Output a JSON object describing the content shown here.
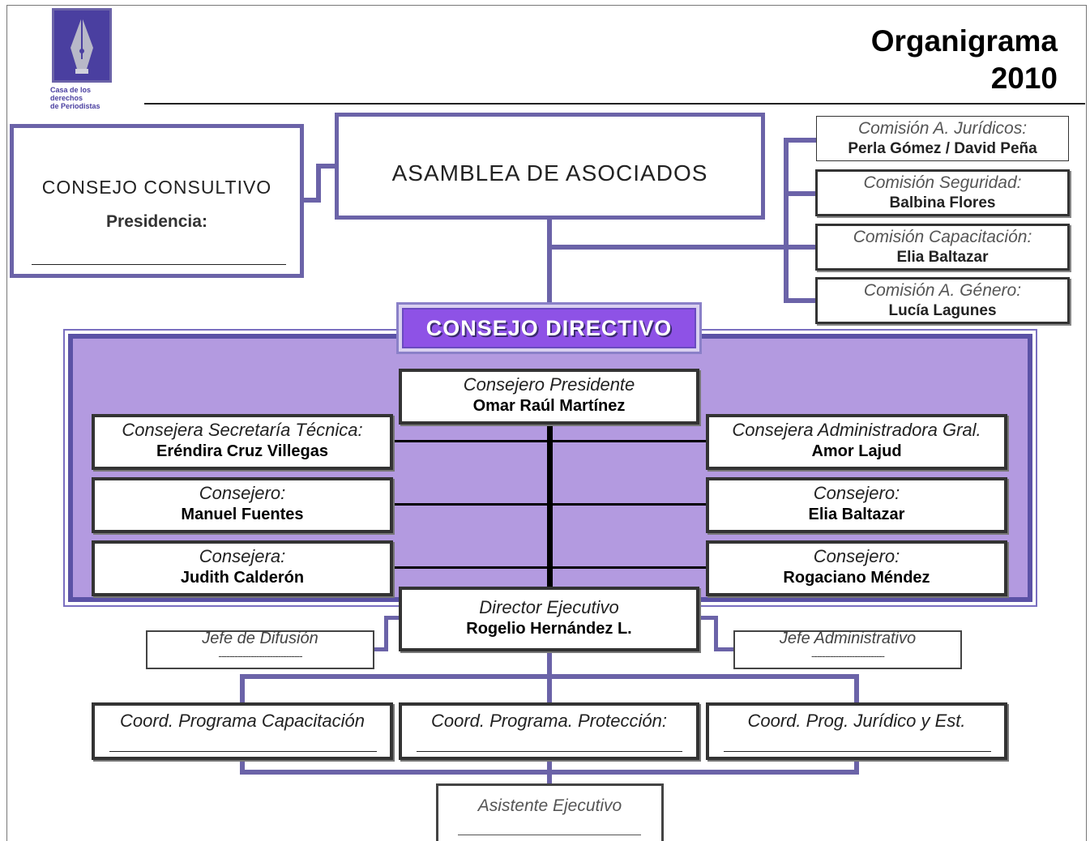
{
  "header": {
    "title_line1": "Organigrama",
    "title_line2": "2010",
    "logo_text_line1": "Casa de los derechos",
    "logo_text_line2": "de Periodistas"
  },
  "consejo_consultivo": {
    "title": "CONSEJO CONSULTIVO",
    "label": "Presidencia:"
  },
  "asamblea": {
    "title": "ASAMBLEA DE ASOCIADOS"
  },
  "comisiones": [
    {
      "role": "Comisión A. Jurídicos:",
      "person": "Perla Gómez / David Peña"
    },
    {
      "role": "Comisión Seguridad:",
      "person": "Balbina Flores"
    },
    {
      "role": "Comisión Capacitación:",
      "person": "Elia Baltazar"
    },
    {
      "role": "Comisión A. Género:",
      "person": "Lucía Lagunes"
    }
  ],
  "consejo_directivo": {
    "title": "CONSEJO DIRECTIVO",
    "presidente": {
      "role": "Consejero Presidente",
      "person": "Omar Raúl Martínez"
    },
    "left": [
      {
        "role": "Consejera Secretaría Técnica:",
        "person": "Eréndira Cruz Villegas"
      },
      {
        "role": "Consejero:",
        "person": "Manuel Fuentes"
      },
      {
        "role": "Consejera:",
        "person": "Judith Calderón"
      }
    ],
    "right": [
      {
        "role": "Consejera Administradora Gral.",
        "person": "Amor Lajud"
      },
      {
        "role": "Consejero:",
        "person": "Elia Baltazar"
      },
      {
        "role": "Consejero:",
        "person": "Rogaciano Méndez"
      }
    ]
  },
  "director": {
    "role": "Director Ejecutivo",
    "person": "Rogelio Hernández L."
  },
  "jefes": {
    "difusion": {
      "role": "Jefe de Difusión",
      "blank": "-------------------------------"
    },
    "administrativo": {
      "role": "Jefe Administrativo",
      "blank": "---------------------------"
    }
  },
  "coordinaciones": [
    {
      "role": "Coord. Programa Capacitación"
    },
    {
      "role": "Coord. Programa. Protección:"
    },
    {
      "role": "Coord. Prog. Jurídico y Est."
    }
  ],
  "asistente": {
    "role": "Asistente Ejecutivo"
  },
  "colors": {
    "connector": "#6b63a8",
    "panel_fill": "#b39ae0",
    "title_fill": "#8e52e6"
  }
}
